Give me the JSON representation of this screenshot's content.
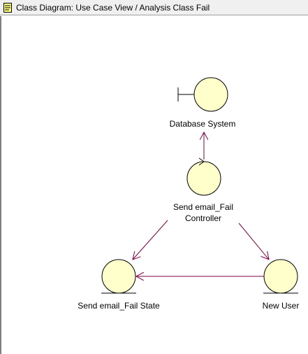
{
  "window": {
    "title": "Class Diagram: Use Case View / Analysis Class Fail",
    "icon": "class-diagram-icon"
  },
  "diagram": {
    "classes": {
      "database_system": {
        "name": "Database System",
        "stereotype": "boundary"
      },
      "controller": {
        "name_line1": "Send email_Fail",
        "name_line2": "Controller",
        "stereotype": "control"
      },
      "fail_state": {
        "name": "Send email_Fail State",
        "stereotype": "entity"
      },
      "new_user": {
        "name": "New User",
        "stereotype": "entity"
      }
    },
    "colors": {
      "class_fill": "#ffffcc",
      "class_stroke": "#000000",
      "association": "#800040"
    }
  }
}
